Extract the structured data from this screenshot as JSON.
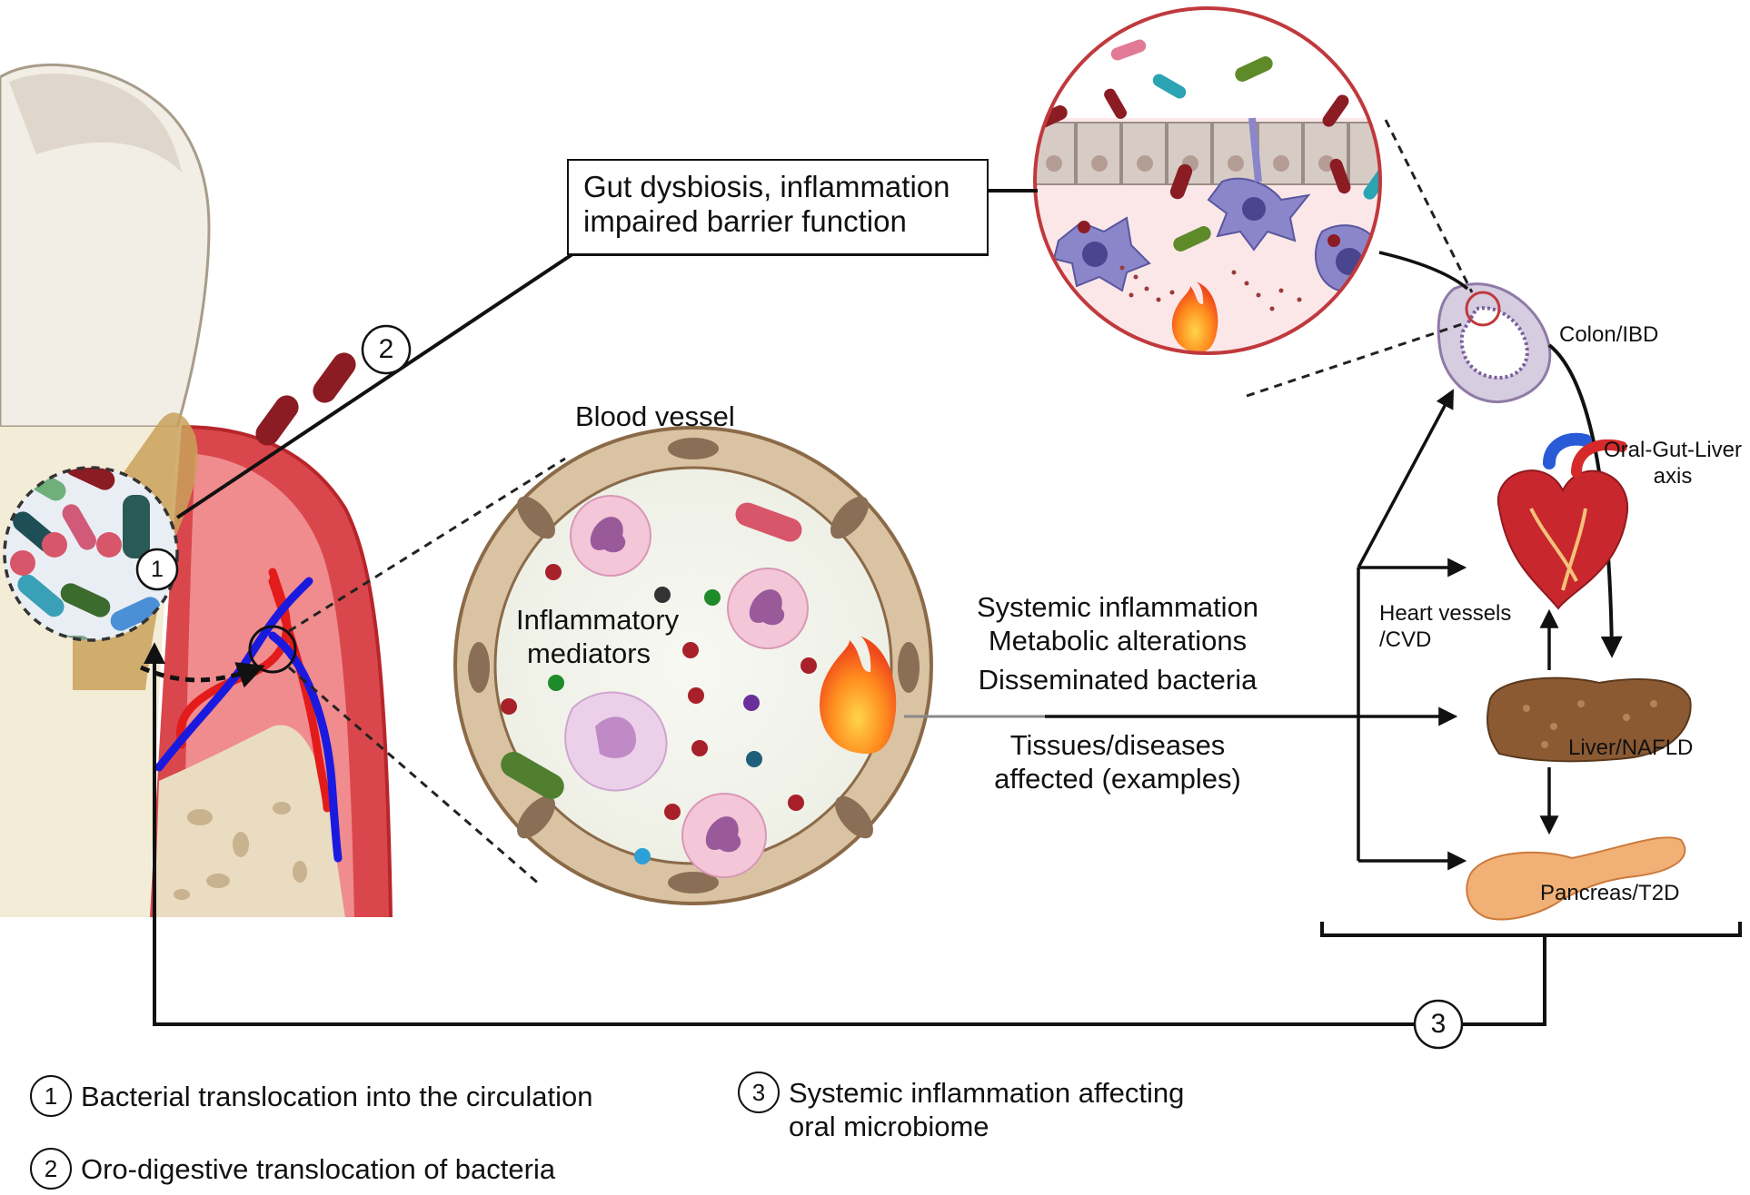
{
  "gut_box": {
    "line1": "Gut dysbiosis, inflammation",
    "line2": "impaired barrier function"
  },
  "blood_vessel_label": "Blood vessel",
  "mediators_label": {
    "line1": "Inflammatory",
    "line2": "mediators"
  },
  "center_text": {
    "line1": "Systemic inflammation",
    "line2": "Metabolic alterations",
    "line3": "Disseminated bacteria",
    "line4": "Tissues/diseases",
    "line5": "affected (examples)"
  },
  "organs": {
    "colon": "Colon/IBD",
    "axis_line1": "Oral-Gut-Liver",
    "axis_line2": "axis",
    "heart_line1": "Heart vessels",
    "heart_line2": "/CVD",
    "liver": "Liver/NAFLD",
    "pancreas": "Pancreas/T2D"
  },
  "markers": {
    "m1": "1",
    "m2": "2",
    "m3": "3"
  },
  "legend": {
    "item1_num": "1",
    "item1_text": "Bacterial translocation into the circulation",
    "item2_num": "2",
    "item2_text": "Oro-digestive translocation of bacteria",
    "item3_num": "3",
    "item3_line1": "Systemic inflammation affecting",
    "item3_line2": "oral microbiome"
  },
  "colors": {
    "tissue_red": "#c63a3f",
    "artery": "#e31b1b",
    "vein": "#1a1adf",
    "vessel_wall": "#d9c3a3",
    "lumen": "#f4f5ef",
    "inset_border": "#c0393d"
  }
}
